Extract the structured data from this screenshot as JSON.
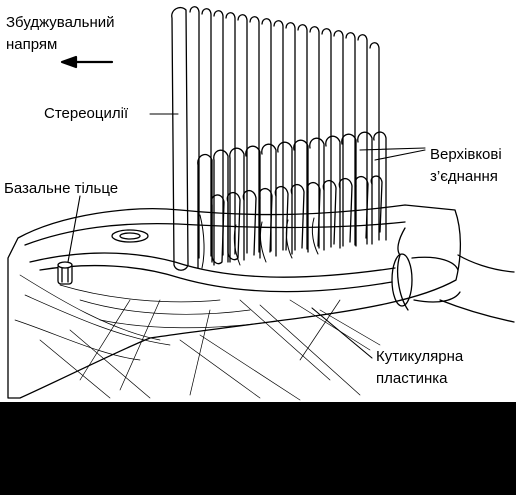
{
  "diagram": {
    "labels": {
      "stimulus_direction": [
        "Збуджувальний",
        "напрям"
      ],
      "stereocilia": "Стереоцилії",
      "tip_links": [
        "Верхівкові",
        "з’єднання"
      ],
      "basal_body": "Базальне тільце",
      "cuticular_plate": [
        "Кутикулярна",
        "пластинка"
      ]
    },
    "colors": {
      "line": "#000000",
      "background": "#ffffff",
      "footer_band": "#000000"
    }
  }
}
